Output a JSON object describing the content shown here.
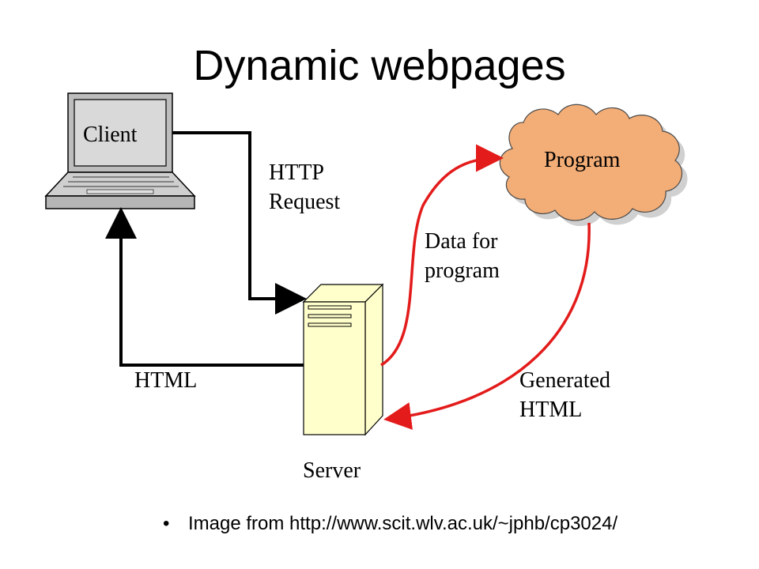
{
  "title": "Dynamic webpages",
  "nodes": {
    "client": "Client",
    "program": "Program",
    "server": "Server"
  },
  "edges": {
    "http_request": [
      "HTTP",
      "Request"
    ],
    "data_for_program": [
      "Data for",
      "program"
    ],
    "html": "HTML",
    "generated_html": [
      "Generated",
      "HTML"
    ]
  },
  "footer": {
    "bullet": "•",
    "text": "Image from http://www.scit.wlv.ac.uk/~jphb/cp3024/"
  },
  "colors": {
    "black_arrow": "#000000",
    "red_arrow": "#e31b1b",
    "cloud_fill": "#f3ad76",
    "server_fill": "#ffffcc",
    "laptop_fill": "#c8c8c8"
  }
}
